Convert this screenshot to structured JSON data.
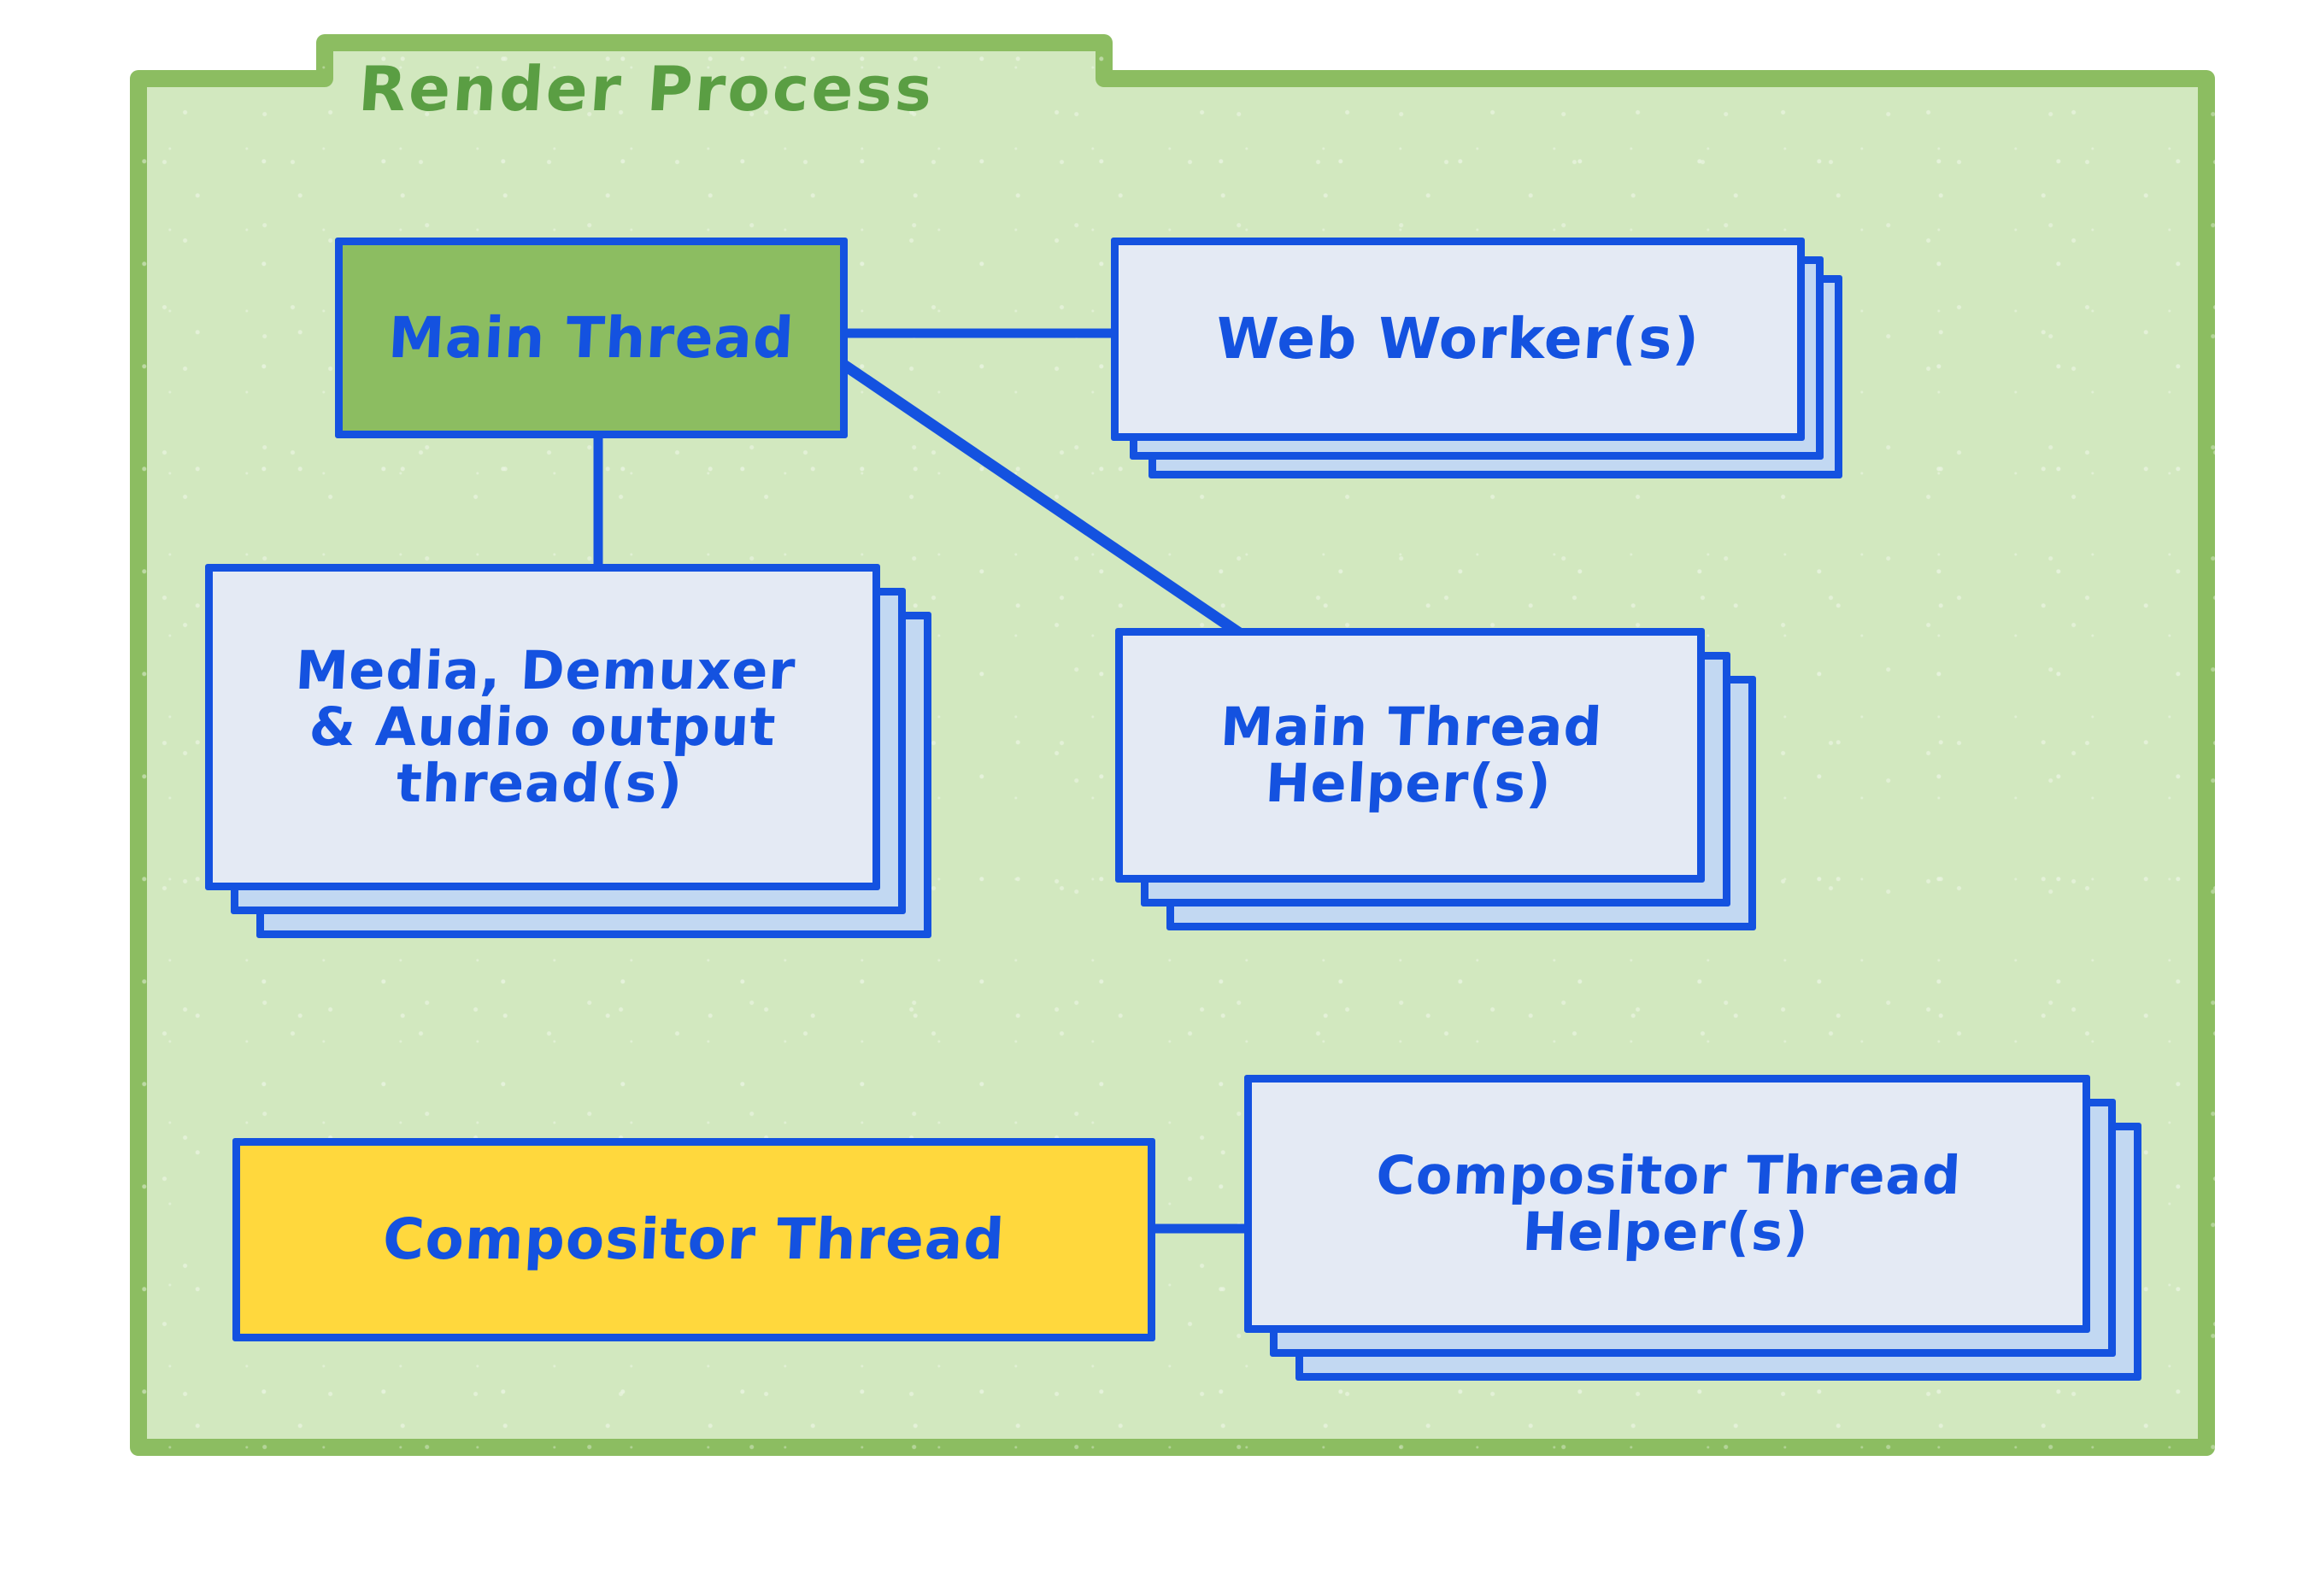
{
  "diagram": {
    "title": "Render Process",
    "title_color": "#5a9e43",
    "panel_fill": "#d2e8bf",
    "panel_border": "#8cbd61",
    "accent_blue": "#1452e0",
    "card_front_fill": "#e4eaf4",
    "card_back_fill": "#c2d8f2",
    "main_thread_fill": "#8cbd61",
    "compositor_fill": "#ffd83d"
  },
  "nodes": [
    {
      "id": "main-thread",
      "lines": [
        "Main Thread"
      ],
      "stack": 1,
      "fill": "green"
    },
    {
      "id": "web-workers",
      "lines": [
        "Web Worker(s)"
      ],
      "stack": 3,
      "fill": "front"
    },
    {
      "id": "media-demuxer-audio",
      "lines": [
        "Media, Demuxer",
        "& Audio output",
        "thread(s)"
      ],
      "stack": 3,
      "fill": "front"
    },
    {
      "id": "main-thread-helpers",
      "lines": [
        "Main Thread",
        "Helper(s)"
      ],
      "stack": 3,
      "fill": "front"
    },
    {
      "id": "compositor-thread",
      "lines": [
        "Compositor Thread"
      ],
      "stack": 1,
      "fill": "yellow"
    },
    {
      "id": "compositor-thread-helpers",
      "lines": [
        "Compositor Thread",
        "Helper(s)"
      ],
      "stack": 3,
      "fill": "front"
    }
  ],
  "connections": [
    {
      "from": "main-thread",
      "to": "web-workers",
      "kind": "horizontal"
    },
    {
      "from": "main-thread",
      "to": "media-demuxer-audio",
      "kind": "vertical"
    },
    {
      "from": "main-thread",
      "to": "main-thread-helpers",
      "kind": "diagonal"
    },
    {
      "from": "compositor-thread",
      "to": "compositor-thread-helpers",
      "kind": "horizontal"
    }
  ]
}
